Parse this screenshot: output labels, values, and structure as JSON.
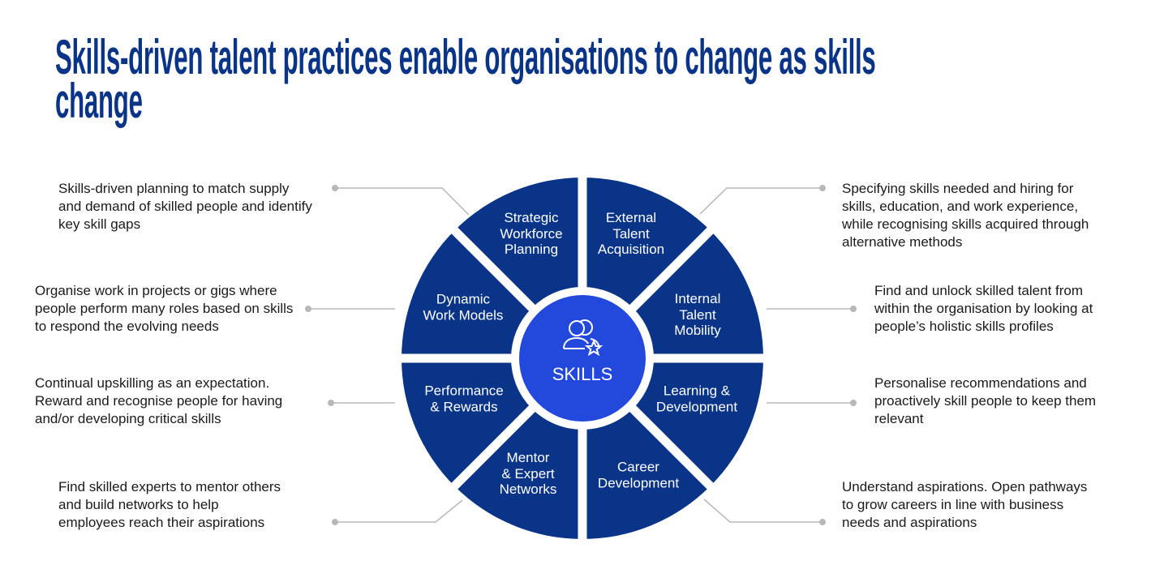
{
  "title": {
    "lines": [
      "Skills-driven talent practices enable organisations to change as skills",
      "change"
    ]
  },
  "colors": {
    "dark_blue": "#0a3487",
    "center_blue": "#2348dc",
    "connector": "#b8b8b8"
  },
  "center": {
    "label": "SKILLS",
    "icon": "people-star-icon"
  },
  "segments": {
    "strategic": [
      "Strategic",
      "Workforce",
      "Planning"
    ],
    "external": [
      "External",
      "Talent",
      "Acquisition"
    ],
    "dynamic": [
      "Dynamic",
      "Work Models"
    ],
    "internal": [
      "Internal",
      "Talent",
      "Mobility"
    ],
    "performance": [
      "Performance",
      "& Rewards"
    ],
    "learning": [
      "Learning &",
      "Development"
    ],
    "mentor": [
      "Mentor",
      "& Expert",
      "Networks"
    ],
    "career": [
      "Career",
      "Development"
    ]
  },
  "descriptions": {
    "strategic": [
      "Skills-driven planning to match supply",
      "and demand of skilled people and identify",
      "key skill gaps"
    ],
    "dynamic": [
      "Organise work in projects or gigs where",
      "people perform many roles based on skills",
      "to respond the evolving needs"
    ],
    "performance": [
      "Continual upskilling as an expectation.",
      "Reward and recognise people for having",
      "and/or developing critical skills"
    ],
    "mentor": [
      "Find skilled experts to mentor others",
      "and build networks to help",
      "employees reach their aspirations"
    ],
    "external": [
      "Specifying skills needed and hiring for",
      "skills, education, and work experience,",
      "while recognising skills acquired through",
      "alternative methods"
    ],
    "internal": [
      "Find and unlock skilled talent from",
      "within the organisation by looking at",
      "people’s holistic skills profiles"
    ],
    "learning": [
      "Personalise recommendations and",
      "proactively skill people to keep them",
      "relevant"
    ],
    "career": [
      "Understand aspirations. Open pathways",
      "to grow careers in line with business",
      "needs and aspirations"
    ]
  }
}
